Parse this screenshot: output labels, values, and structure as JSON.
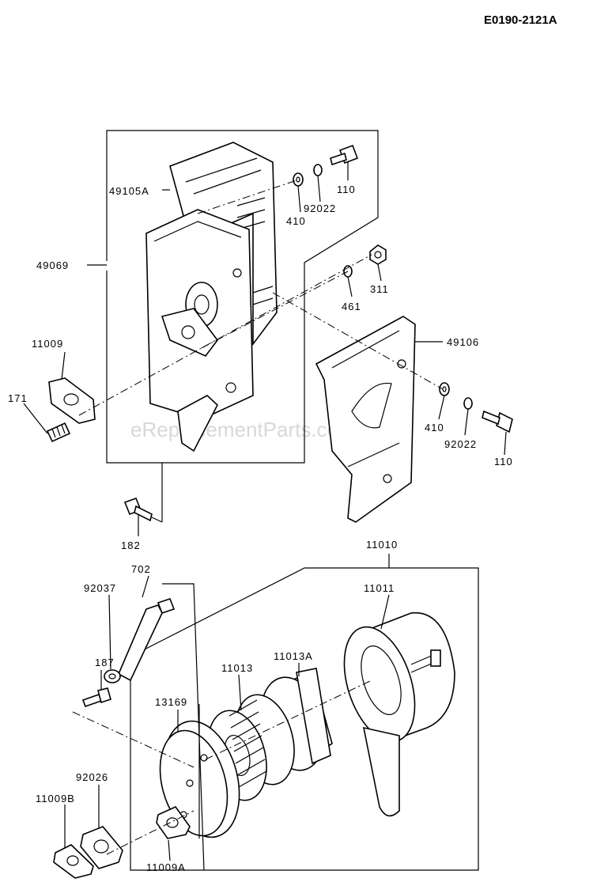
{
  "diagram_code": "E0190-2121A",
  "watermark": "eReplacementParts.com",
  "labels": {
    "p49105A": "49105A",
    "p110a": "110",
    "p92022a": "92022",
    "p410a": "410",
    "p49069": "49069",
    "p311": "311",
    "p461": "461",
    "p11009": "11009",
    "p171": "171",
    "p49106": "49106",
    "p410b": "410",
    "p92022b": "92022",
    "p110b": "110",
    "p182": "182",
    "p11010": "11010",
    "p702": "702",
    "p92037": "92037",
    "p11011": "11011",
    "p11013A": "11013A",
    "p187": "187",
    "p11013": "11013",
    "p13169": "13169",
    "p92026": "92026",
    "p11009B": "11009B",
    "p11009A": "11009A"
  }
}
